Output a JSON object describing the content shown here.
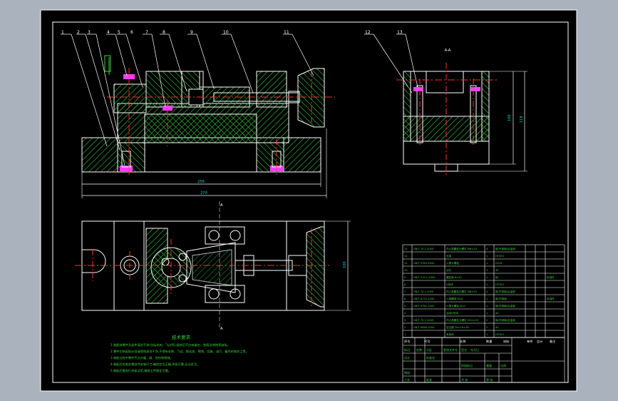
{
  "colors": {
    "app_background": "#aab2bd",
    "drawing_background": "#000000",
    "frame": "#ffffff",
    "outline": "#ffffff",
    "hatch": "#2f9a33",
    "centerline": "#ff2d2d",
    "leader": "#ffffff",
    "pink_bolt": "#ff3cff",
    "notes_text": "#39d639",
    "dimension": "#00d7d7"
  },
  "balloons": [
    "1",
    "2",
    "3",
    "4",
    "5",
    "6",
    "7",
    "8",
    "9",
    "10",
    "11",
    "12",
    "13"
  ],
  "section_label": "A-A",
  "dimensions": {
    "front_width_inner": "256",
    "front_width_outer": "270",
    "side_height_1": "100",
    "side_height_2": "118",
    "top_depth": "100",
    "section_mark": "A"
  },
  "tech_notes": {
    "title": "技术要求",
    "lines": [
      "1.装配前零件及部件清洗干净(包括毛刺、飞边等),组装后不应有碰伤、划痕及锈蚀等缺陷。",
      "2.零件在装配前必须清理和清洗干净,不得有毛刺、飞边、氧化皮、锈蚀、切屑、油污、着色剂和灰尘等。",
      "3.装配过程中零件不允许磕、碰、划伤和锈蚀。",
      "4.装配后检查各零部件安装尺寸,确保定位正确,夹紧可靠,运动灵活。",
      "5.装配后需进行夹紧试验,确保工件稳定可靠。"
    ]
  },
  "bom": {
    "rows": [
      {
        "no": "13",
        "code": "GB/T 70.1-2000",
        "name": "内六角圆柱头螺钉 M6×20",
        "qty": "4",
        "material": "碳/不锈钢/合金钢",
        "weight": "",
        "note": ""
      },
      {
        "no": "12",
        "code": "",
        "name": "支架",
        "qty": "1",
        "material": "HT200",
        "weight": "",
        "note": ""
      },
      {
        "no": "11",
        "code": "GB/T 5783-2000",
        "name": "六角头螺栓",
        "qty": "1",
        "material": "Q235",
        "weight": "",
        "note": ""
      },
      {
        "no": "10",
        "code": "",
        "name": "丝杠",
        "qty": "1",
        "material": "45",
        "weight": "",
        "note": ""
      },
      {
        "no": "9",
        "code": "GB/T 119.1-2000",
        "name": "圆柱销 8×32",
        "qty": "2",
        "material": "钢",
        "weight": "",
        "note": "标准件"
      },
      {
        "no": "8",
        "code": "",
        "name": "V形块",
        "qty": "1",
        "material": "HT200",
        "weight": "",
        "note": ""
      },
      {
        "no": "7",
        "code": "GB/T 70.1-2000",
        "name": "内六角圆柱头螺钉 M8×25",
        "qty": "4",
        "material": "碳/不锈钢/合金钢",
        "weight": "",
        "note": ""
      },
      {
        "no": "6",
        "code": "GB/T 6170-2000",
        "name": "六角螺母 M16",
        "qty": "1",
        "material": "碳/不锈钢",
        "weight": "",
        "note": "标准件"
      },
      {
        "no": "5",
        "code": "GB/T 5782-2000",
        "name": "六角头螺栓 M10",
        "qty": "1",
        "material": "碳/不锈钢/合金钢",
        "weight": "",
        "note": ""
      },
      {
        "no": "4",
        "code": "",
        "name": "活动V形块",
        "qty": "1",
        "material": "45",
        "weight": "",
        "note": ""
      },
      {
        "no": "3",
        "code": "GB/T 70.1-2000",
        "name": "内六角圆柱头螺钉 M12×25",
        "qty": "2",
        "material": "碳/不锈钢/合金钢",
        "weight": "",
        "note": ""
      },
      {
        "no": "2",
        "code": "GB/T 6986-2000",
        "name": "定位键 18×16×18",
        "qty": "2",
        "material": "45",
        "weight": "",
        "note": ""
      },
      {
        "no": "1",
        "code": "",
        "name": "夹具体",
        "qty": "1",
        "material": "HT200",
        "weight": "",
        "note": ""
      }
    ],
    "header": {
      "no": "序号",
      "code": "代号",
      "name": "名称",
      "qty": "数量",
      "material": "材料",
      "weight_single": "单件",
      "weight_total": "总计",
      "weight": "重量",
      "note": "备注"
    }
  },
  "title_block": {
    "row1": [
      "标记",
      "处数",
      "分区",
      "更改文件号",
      "签名",
      "年月日"
    ],
    "row2": [
      "设计",
      "",
      "标准化",
      "",
      "阶段标记",
      "重量",
      "比例"
    ],
    "row3": [
      "审核",
      "",
      "",
      "",
      "",
      "",
      ""
    ],
    "row4": [
      "工艺",
      "",
      "批准",
      "",
      "共 张",
      "第 张"
    ]
  }
}
